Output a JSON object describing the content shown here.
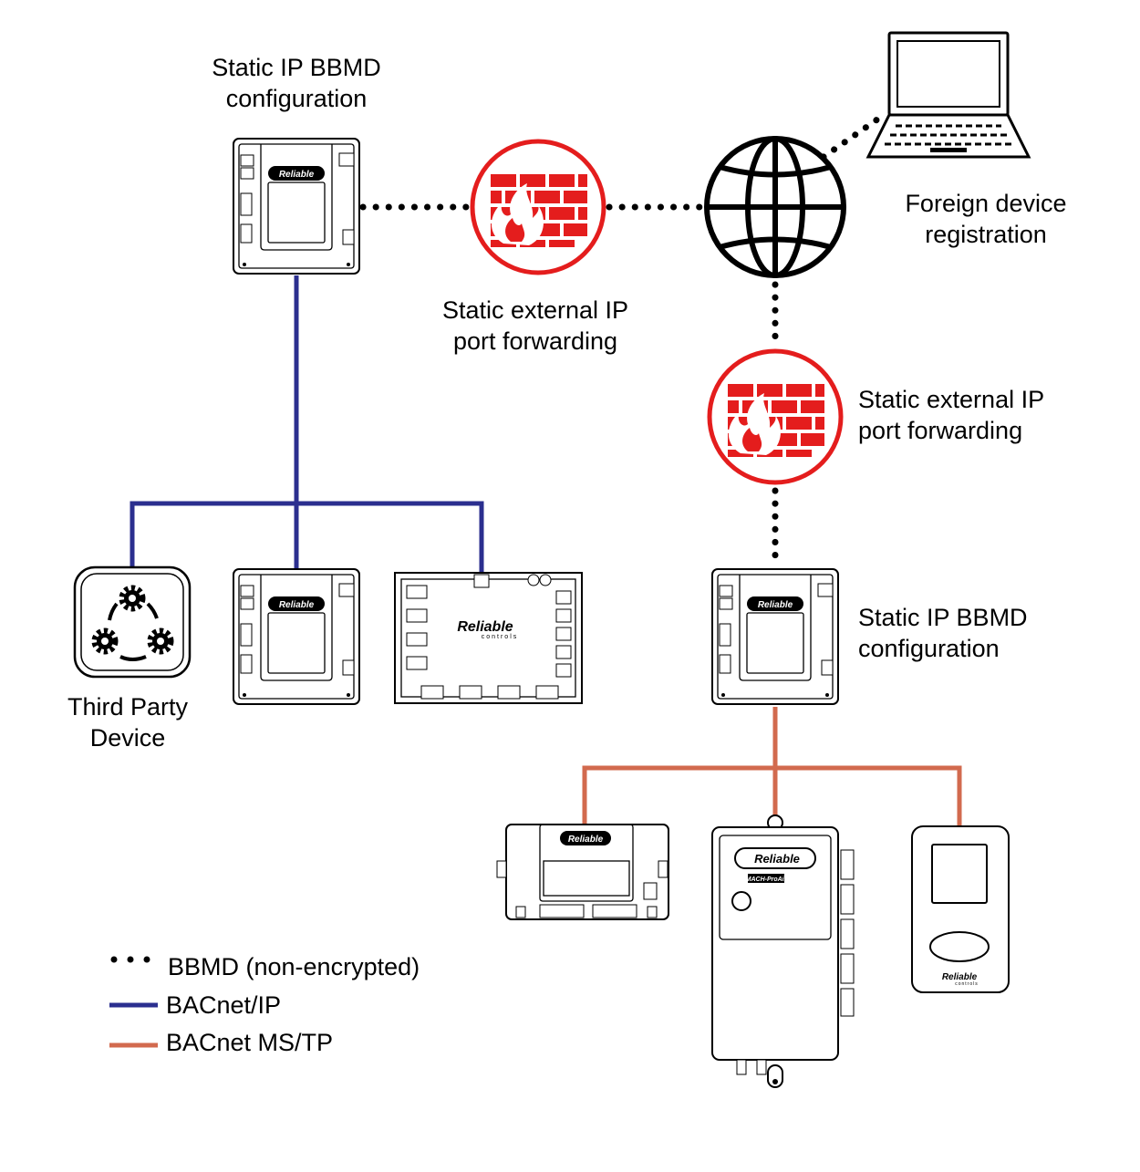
{
  "labels": {
    "bbmd_top": [
      "Static IP BBMD",
      "configuration"
    ],
    "fw_top": [
      "Static external IP",
      "port forwarding"
    ],
    "foreign": [
      "Foreign device",
      "registration"
    ],
    "fw_right": [
      "Static external IP",
      "port forwarding"
    ],
    "bbmd_right": [
      "Static IP BBMD",
      "configuration"
    ],
    "third_party": [
      "Third Party",
      "Device"
    ]
  },
  "legend": [
    {
      "text": "BBMD (non-encrypted)",
      "style": "dotted",
      "color": "#000000"
    },
    {
      "text": "BACnet/IP",
      "style": "solid",
      "color": "#2b2f8f"
    },
    {
      "text": "BACnet MS/TP",
      "style": "solid",
      "color": "#d26a4e"
    }
  ],
  "brand": {
    "logo": "Reliable",
    "sub": "controls",
    "product": "MACH-ProAir"
  },
  "colors": {
    "bacnet_ip": "#2b2f8f",
    "mstp": "#d26a4e",
    "firewall": "#e41d1d",
    "dotted": "#000000"
  },
  "icons": [
    "controller-icon",
    "firewall-icon",
    "globe-icon",
    "laptop-icon",
    "gears-icon",
    "thermostat-icon"
  ]
}
